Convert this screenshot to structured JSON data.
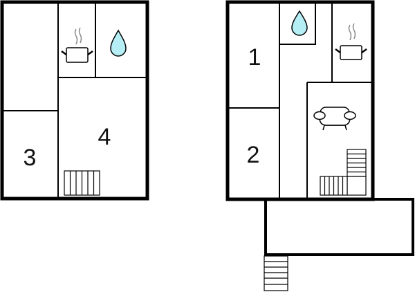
{
  "floor_plan": {
    "left_floor": {
      "rooms": [
        {
          "id": "room-3",
          "label": "3"
        },
        {
          "id": "room-4",
          "label": "4"
        }
      ],
      "icons": [
        "kitchen-pot-icon",
        "water-drop-icon",
        "stairs-icon"
      ]
    },
    "right_floor": {
      "rooms": [
        {
          "id": "room-1",
          "label": "1"
        },
        {
          "id": "room-2",
          "label": "2"
        }
      ],
      "icons": [
        "water-drop-icon",
        "kitchen-pot-icon",
        "armchair-icon",
        "stairs-icon",
        "terrace-stairs-icon"
      ]
    },
    "colors": {
      "wall": "#000000",
      "water": "#b5eef5",
      "steam": "#888888",
      "background": "#ffffff"
    }
  }
}
